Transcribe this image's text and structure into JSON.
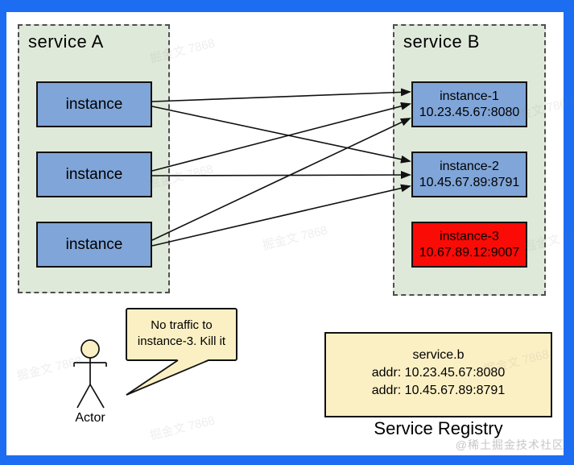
{
  "frame": {
    "border_color": "#1c6df2",
    "canvas_color": "#ffffff"
  },
  "service_a": {
    "title": "service A",
    "fill": "#dfe9da",
    "node_fill": "#80a5d8",
    "instances": [
      {
        "label": "instance"
      },
      {
        "label": "instance"
      },
      {
        "label": "instance"
      }
    ]
  },
  "service_b": {
    "title": "service B",
    "fill": "#dfe9da",
    "instances": [
      {
        "name": "instance-1",
        "addr": "10.23.45.67:8080",
        "fill": "#80a5d8"
      },
      {
        "name": "instance-2",
        "addr": "10.45.67.89:8791",
        "fill": "#80a5d8"
      },
      {
        "name": "instance-3",
        "addr": "10.67.89.12:9007",
        "fill": "#fb0b06"
      }
    ]
  },
  "connections": [
    {
      "from": "service A instance 1",
      "to": "instance-1"
    },
    {
      "from": "service A instance 1",
      "to": "instance-2"
    },
    {
      "from": "service A instance 2",
      "to": "instance-1"
    },
    {
      "from": "service A instance 2",
      "to": "instance-2"
    },
    {
      "from": "service A instance 3",
      "to": "instance-1"
    },
    {
      "from": "service A instance 3",
      "to": "instance-2"
    }
  ],
  "actor": {
    "label": "Actor",
    "speech_line1": "No traffic to",
    "speech_line2": "instance-3. Kill it"
  },
  "registry": {
    "service_name": "service.b",
    "addr1": "addr: 10.23.45.67:8080",
    "addr2": "addr: 10.45.67.89:8791",
    "caption": "Service Registry"
  },
  "watermarks": {
    "tile_text": "掘金文 7868",
    "brand_text": "@稀土掘金技术社区"
  }
}
